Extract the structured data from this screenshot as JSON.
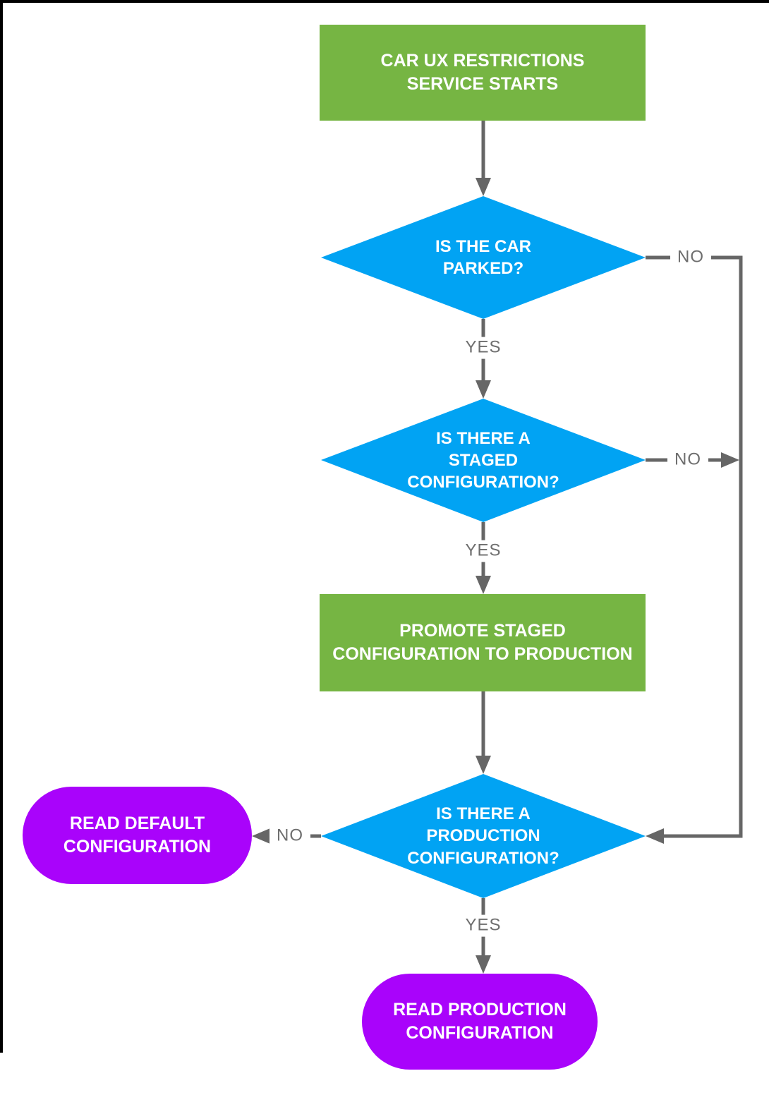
{
  "theme": {
    "background": "#FFFFFF",
    "frame_color": "#000000",
    "process_fill": "#76B543",
    "decision_fill": "#01A3F3",
    "terminal_fill": "#A903FB",
    "connector_color": "#666666",
    "label_color": "#6E6E6E",
    "shape_text_color": "#FFFFFF"
  },
  "nodes": {
    "start": {
      "type": "process",
      "label": "CAR UX RESTRICTIONS\nSERVICE STARTS"
    },
    "is_parked": {
      "type": "decision",
      "label": "IS THE CAR\nPARKED?"
    },
    "is_staged": {
      "type": "decision",
      "label": "IS THERE A\nSTAGED\nCONFIGURATION?"
    },
    "promote": {
      "type": "process",
      "label": "PROMOTE STAGED\nCONFIGURATION TO PRODUCTION"
    },
    "is_production": {
      "type": "decision",
      "label": "IS THERE A\nPRODUCTION\nCONFIGURATION?"
    },
    "read_default": {
      "type": "terminal",
      "label": "READ DEFAULT\nCONFIGURATION"
    },
    "read_production": {
      "type": "terminal",
      "label": "READ PRODUCTION\nCONFIGURATION"
    }
  },
  "edge_labels": {
    "parked_no": "NO",
    "parked_yes": "YES",
    "staged_no": "NO",
    "staged_yes": "YES",
    "production_no": "NO",
    "production_yes": "YES"
  }
}
